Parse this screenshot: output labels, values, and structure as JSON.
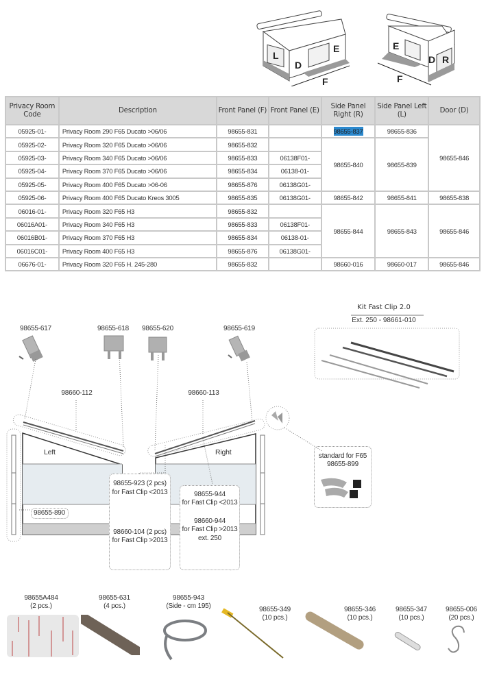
{
  "diagrams": {
    "left_view": {
      "letters": [
        "L",
        "D",
        "E",
        "F"
      ]
    },
    "right_view": {
      "letters": [
        "E",
        "R",
        "D",
        "F"
      ]
    }
  },
  "table": {
    "headers": [
      "Privacy Room Code",
      "Description",
      "Front Panel (F)",
      "Front Panel (E)",
      "Side Panel Right (R)",
      "Side Panel Left (L)",
      "Door (D)"
    ],
    "rows": [
      {
        "code": "05925-01-",
        "description": "Privacy Room 290 F65 Ducato >06/06",
        "front_f": "98655-831",
        "front_e": "",
        "side_r": "98655-837",
        "side_l": "98655-836",
        "door": "98655-846"
      },
      {
        "code": "05925-02-",
        "description": "Privacy Room 320 F65 Ducato >06/06",
        "front_f": "98655-832",
        "front_e": "",
        "side_r": "98655-840",
        "side_l": "98655-839",
        "door": ""
      },
      {
        "code": "05925-03-",
        "description": "Privacy Room 340 F65 Ducato >06/06",
        "front_f": "98655-833",
        "front_e": "06138F01-"
      },
      {
        "code": "05925-04-",
        "description": "Privacy Room 370 F65 Ducato >06/06",
        "front_f": "98655-834",
        "front_e": "06138-01-"
      },
      {
        "code": "05925-05-",
        "description": "Privacy Room 400 F65 Ducato >06-06",
        "front_f": "98655-876",
        "front_e": "06138G01-"
      },
      {
        "code": "05925-06-",
        "description": "Privacy Room 400 F65 Ducato Kreos 3005",
        "front_f": "98655-835",
        "front_e": "06138G01-",
        "side_r": "98655-842",
        "side_l": "98655-841",
        "door": "98655-838"
      },
      {
        "code": "06016-01-",
        "description": "Privacy Room 320 F65 H3",
        "front_f": "98655-832",
        "front_e": "",
        "side_r": "98655-844",
        "side_l": "98655-843",
        "door": "98655-846"
      },
      {
        "code": "06016A01-",
        "description": "Privacy Room 340 F65 H3",
        "front_f": "98655-833",
        "front_e": "06138F01-"
      },
      {
        "code": "06016B01-",
        "description": "Privacy Room 370 F65 H3",
        "front_f": "98655-834",
        "front_e": "06138-01-"
      },
      {
        "code": "06016C01-",
        "description": "Privacy Room 400 F65 H3",
        "front_f": "98655-876",
        "front_e": "06138G01-"
      },
      {
        "code": "06676-01-",
        "description": "Privacy Room 320 F65 H. 245-280",
        "front_f": "98655-832",
        "front_e": "",
        "side_r": "98660-016",
        "side_l": "98660-017",
        "door": "98655-846"
      }
    ],
    "selected_cell": "98655-837"
  },
  "parts_diagram": {
    "brackets": [
      "98655-617",
      "98655-618",
      "98655-620",
      "98655-619"
    ],
    "rails": [
      "98660-112",
      "98660-113"
    ],
    "panel_labels": {
      "left": "Left",
      "right": "Right"
    },
    "pole_label": "98655-890",
    "box_923": {
      "line1": "98655-923 (2 pcs)",
      "line2": "for Fast Clip <2013"
    },
    "box_104": {
      "line1": "98660-104 (2 pcs)",
      "line2": "for Fast Clip >2013"
    },
    "box_944a": {
      "line1": "98655-944",
      "line2": "for Fast Clip <2013"
    },
    "box_944b": {
      "line1": "98660-944",
      "line2": "for Fast Clip >2013",
      "line3": "ext. 250"
    },
    "standard": {
      "line1": "standard for F65",
      "line2": "98655-899"
    },
    "kit": {
      "title": "Kit Fast Clip 2.0",
      "ext": "Ext. 250 - 98661-010"
    }
  },
  "accessories": [
    {
      "code": "98655A484",
      "qty": "(2 pcs.)"
    },
    {
      "code": "98655-631",
      "qty": "(4 pcs.)"
    },
    {
      "code": "98655-943",
      "qty": "(Side - cm 195)"
    },
    {
      "code": "98655-349",
      "qty": "(10 pcs.)"
    },
    {
      "code": "98655-346",
      "qty": "(10 pcs.)"
    },
    {
      "code": "98655-347",
      "qty": "(10 pcs.)"
    },
    {
      "code": "98655-006",
      "qty": "(20 pcs.)"
    }
  ]
}
